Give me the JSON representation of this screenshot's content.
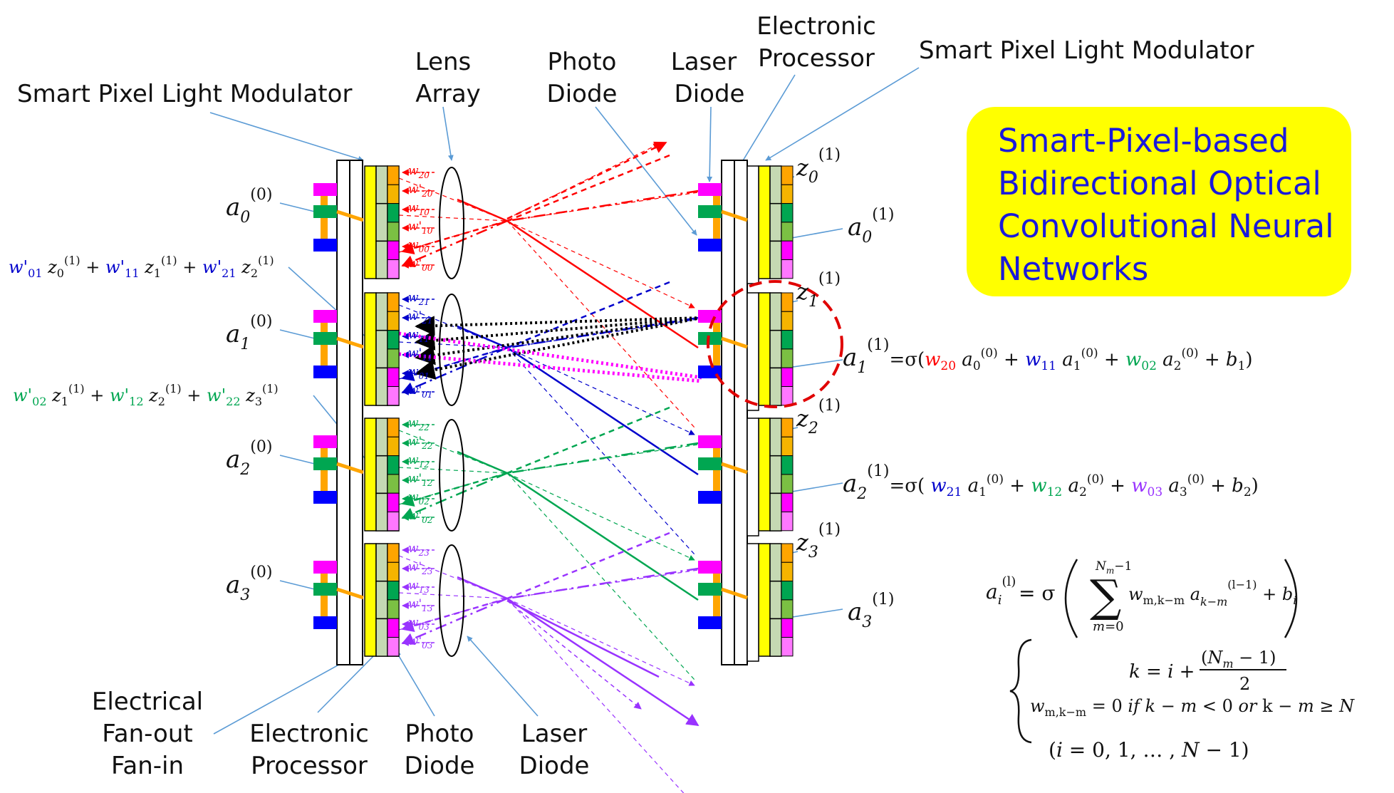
{
  "title_lines": [
    "Smart-Pixel-based",
    "Bidirectional Optical",
    "Convolutional Neural",
    "Networks"
  ],
  "colors": {
    "title_text": "#1a1adb",
    "title_bg": "#ffff00",
    "magenta": "#ff00ff",
    "green": "#00a651",
    "blue": "#0000ff",
    "orange": "#ffa500",
    "yellow": "#ffff00",
    "sage": "#c5d9b3",
    "red": "#ff0000",
    "dark_blue": "#0000cc",
    "purple": "#9933ff",
    "black": "#000000"
  },
  "labels": {
    "spl_modulator_left": "Smart Pixel Light Modulator",
    "lens_array": [
      "Lens",
      "Array"
    ],
    "photo_diode_top": [
      "Photo",
      "Diode"
    ],
    "laser_diode_top": [
      "Laser",
      "Diode"
    ],
    "electronic_processor_top": [
      "Electronic",
      "Processor"
    ],
    "spl_modulator_right": "Smart Pixel Light Modulator",
    "fanout_fanin": [
      "Electrical",
      "Fan-out",
      "Fan-in"
    ],
    "electronic_processor_bottom": [
      "Electronic",
      "Processor"
    ],
    "photo_diode_bottom": [
      "Photo",
      "Diode"
    ],
    "laser_diode_bottom": [
      "Laser",
      "Diode"
    ]
  },
  "left_labels": [
    "a0(0)",
    "a1(0)",
    "a2(0)",
    "a3(0)"
  ],
  "right_z_labels": [
    "z0(1)",
    "z1(1)",
    "z2(1)",
    "z3(1)"
  ],
  "right_a_labels": [
    "a0(1)",
    "a1(1)",
    "a2(1)",
    "a3(1)"
  ],
  "weights": {
    "group0": [
      "w20",
      "w'20",
      "w10",
      "w'10",
      "w00",
      "w'00"
    ],
    "group1": [
      "w21",
      "w'21",
      "w11",
      "w'11",
      "w01",
      "w'01"
    ],
    "group2": [
      "w22",
      "w'22",
      "w12",
      "w'12",
      "w02",
      "w'02"
    ],
    "group3": [
      "w23",
      "w'23",
      "w13",
      "w'13",
      "w03",
      "w'03"
    ]
  },
  "equations": {
    "left_sum_1": "w'01 z0(1) + w'11 z1(1) + w'21 z2(1)",
    "left_sum_2": "w'02 z1(1) + w'12 z2(1) + w'22 z3(1)",
    "a1_eq": "a1(1) = σ(w20 a0(0) + w11 a1(0) + w02 a2(0) + b1)",
    "a2_eq": "a2(1) = σ( w21 a1(0) + w12 a2(0) + w03 a3(0) + b2)",
    "general": "ai(l) = σ( Σ m=0..Nm-1 wm,k-m ak-m(l-1) + bi )",
    "k_def": "k = i + (Nm − 1)/2",
    "w_zero": "wm,k-m = 0 if k − m < 0 or k − m ≥ N",
    "range": "(i = 0, 1, … , N − 1)"
  }
}
